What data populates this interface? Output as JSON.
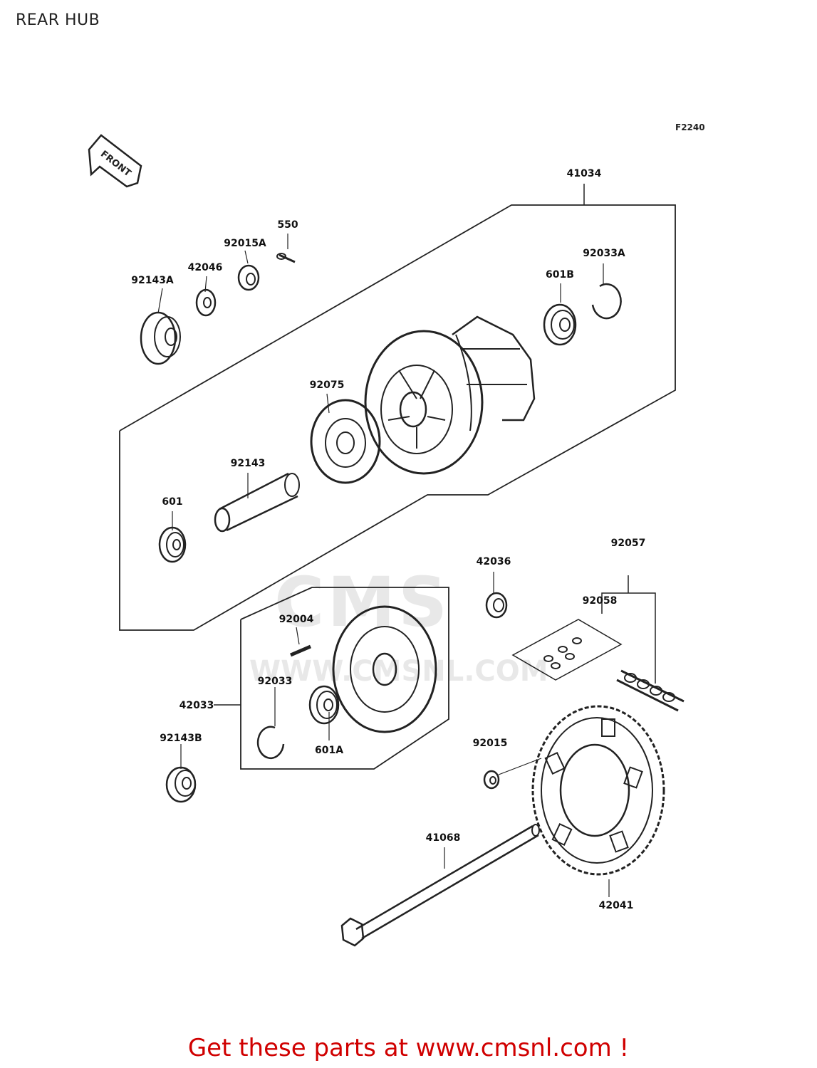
{
  "title": "REAR HUB",
  "figure_code": "F2240",
  "front_marker": "FRONT",
  "watermark": {
    "logo": "CMS",
    "url": "WWW.CMSNL.COM"
  },
  "footer": "Get these parts at www.cmsnl.com !",
  "labels": {
    "p41034": "41034",
    "p550": "550",
    "p92015A": "92015A",
    "p42046": "42046",
    "p92143A": "92143A",
    "p92033A": "92033A",
    "p601B": "601B",
    "p92075": "92075",
    "p92143": "92143",
    "p601": "601",
    "p92057": "92057",
    "p42036": "42036",
    "p92058": "92058",
    "p92004": "92004",
    "p92033": "92033",
    "p42033": "42033",
    "p92143B": "92143B",
    "p601A": "601A",
    "p92015": "92015",
    "p41068": "41068",
    "p42041": "42041"
  }
}
